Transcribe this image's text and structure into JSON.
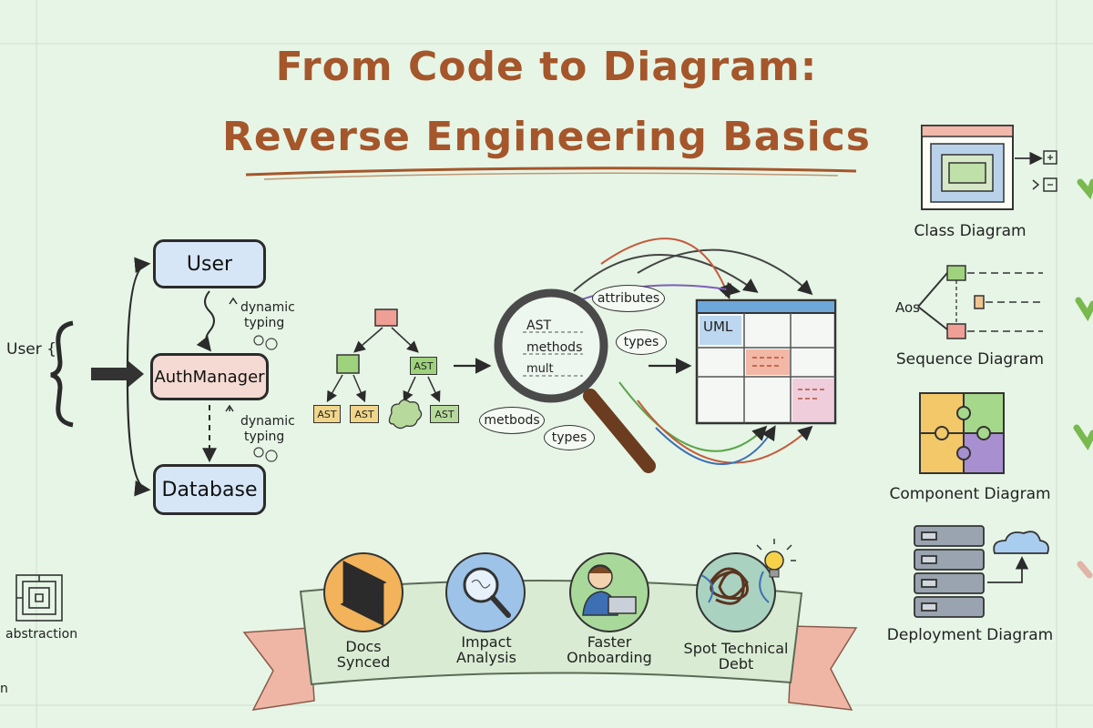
{
  "title": {
    "line1": "From Code to Diagram:",
    "line2": "Reverse Engineering Basics"
  },
  "code_flow": {
    "source_label": "User {",
    "nodes": [
      "User",
      "AuthManager",
      "Database"
    ],
    "annotation_top": [
      "dynamic",
      "typing"
    ],
    "annotation_bottom": [
      "dynamic",
      "typing"
    ]
  },
  "ast_tree": {
    "leaf_labels": [
      "AST",
      "AST",
      "AST",
      "AST"
    ]
  },
  "magnifier": {
    "lines": [
      "AST",
      "methods",
      "mult"
    ],
    "bubbles": [
      "attributes",
      "types",
      "metbods",
      "types"
    ]
  },
  "uml_table": {
    "header": "UML"
  },
  "diagram_types": [
    {
      "label": "Class Diagram",
      "icon": "class-diagram-icon"
    },
    {
      "label": "Sequence Diagram",
      "icon": "sequence-diagram-icon",
      "side_text": "Aos"
    },
    {
      "label": "Component Diagram",
      "icon": "puzzle-icon"
    },
    {
      "label": "Deployment Diagram",
      "icon": "server-rack-icon"
    }
  ],
  "benefits": [
    {
      "label_line1": "Docs",
      "label_line2": "Synced",
      "icon": "sync-arrows-icon",
      "color": "#f2b35a"
    },
    {
      "label_line1": "Impact",
      "label_line2": "Analysis",
      "icon": "magnifier-icon",
      "color": "#9ec3e8"
    },
    {
      "label_line1": "Faster",
      "label_line2": "Onboarding",
      "icon": "developer-laptop-icon",
      "color": "#a9d99a"
    },
    {
      "label_line1": "Spot Technical",
      "label_line2": "Debt",
      "icon": "tangled-wires-icon",
      "color": "#a9d3c0"
    }
  ],
  "corner": {
    "abstraction_label": "abstraction",
    "bottom_left_fragment": "n"
  },
  "colors": {
    "background": "#e6f5e6",
    "title": "#a5562a",
    "node_blue": "#d6e6f7",
    "node_pink": "#f4dad2",
    "check_green": "#79b94e",
    "ribbon": "#d9ecd3",
    "ribbon_tail": "#efb6a6"
  }
}
